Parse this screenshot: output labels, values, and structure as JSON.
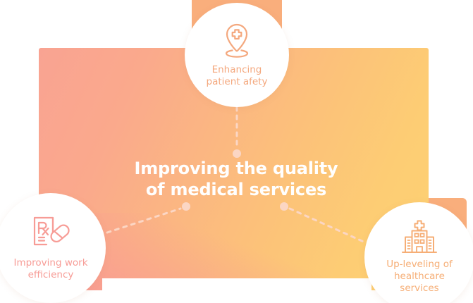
{
  "graphic": {
    "type": "radial-infographic",
    "center": {
      "title_lines": [
        "Improving the quality",
        "of medical services"
      ],
      "text_color": "#FFFFFF"
    },
    "palette": {
      "gradient_top_left": "#F9A392",
      "gradient_top_right": "#FDD172",
      "gradient_bottom_left": "#F89795",
      "accent_block": "#F9AE7C",
      "circle_fill": "#FFFFFF",
      "connector": "#FBD6C4"
    },
    "nodes": [
      {
        "id": "top",
        "icon": "map-pin-medical-cross-icon",
        "icon_color": "#F4A87E",
        "label_lines": [
          "Enhancing",
          "patient afety"
        ],
        "label_color": "#F4A87E"
      },
      {
        "id": "left",
        "icon": "prescription-rx-pill-icon",
        "icon_color": "#F79C96",
        "label_lines": [
          "Improving work",
          "efficiency"
        ],
        "label_color": "#F79C96"
      },
      {
        "id": "right",
        "icon": "hospital-building-icon",
        "icon_color": "#F6AE76",
        "label_lines": [
          "Up-leveling of",
          "healthcare",
          "services"
        ],
        "label_color": "#F6AE76"
      }
    ],
    "connectors": [
      {
        "id": "top-connector",
        "from": "top",
        "to": "center",
        "style": "dashed",
        "endpoint_dot": true
      },
      {
        "id": "left-connector",
        "from": "left",
        "to": "center",
        "style": "dashed",
        "endpoint_dot": true
      },
      {
        "id": "right-connector",
        "from": "right",
        "to": "center",
        "style": "dashed",
        "endpoint_dot": true
      }
    ]
  }
}
